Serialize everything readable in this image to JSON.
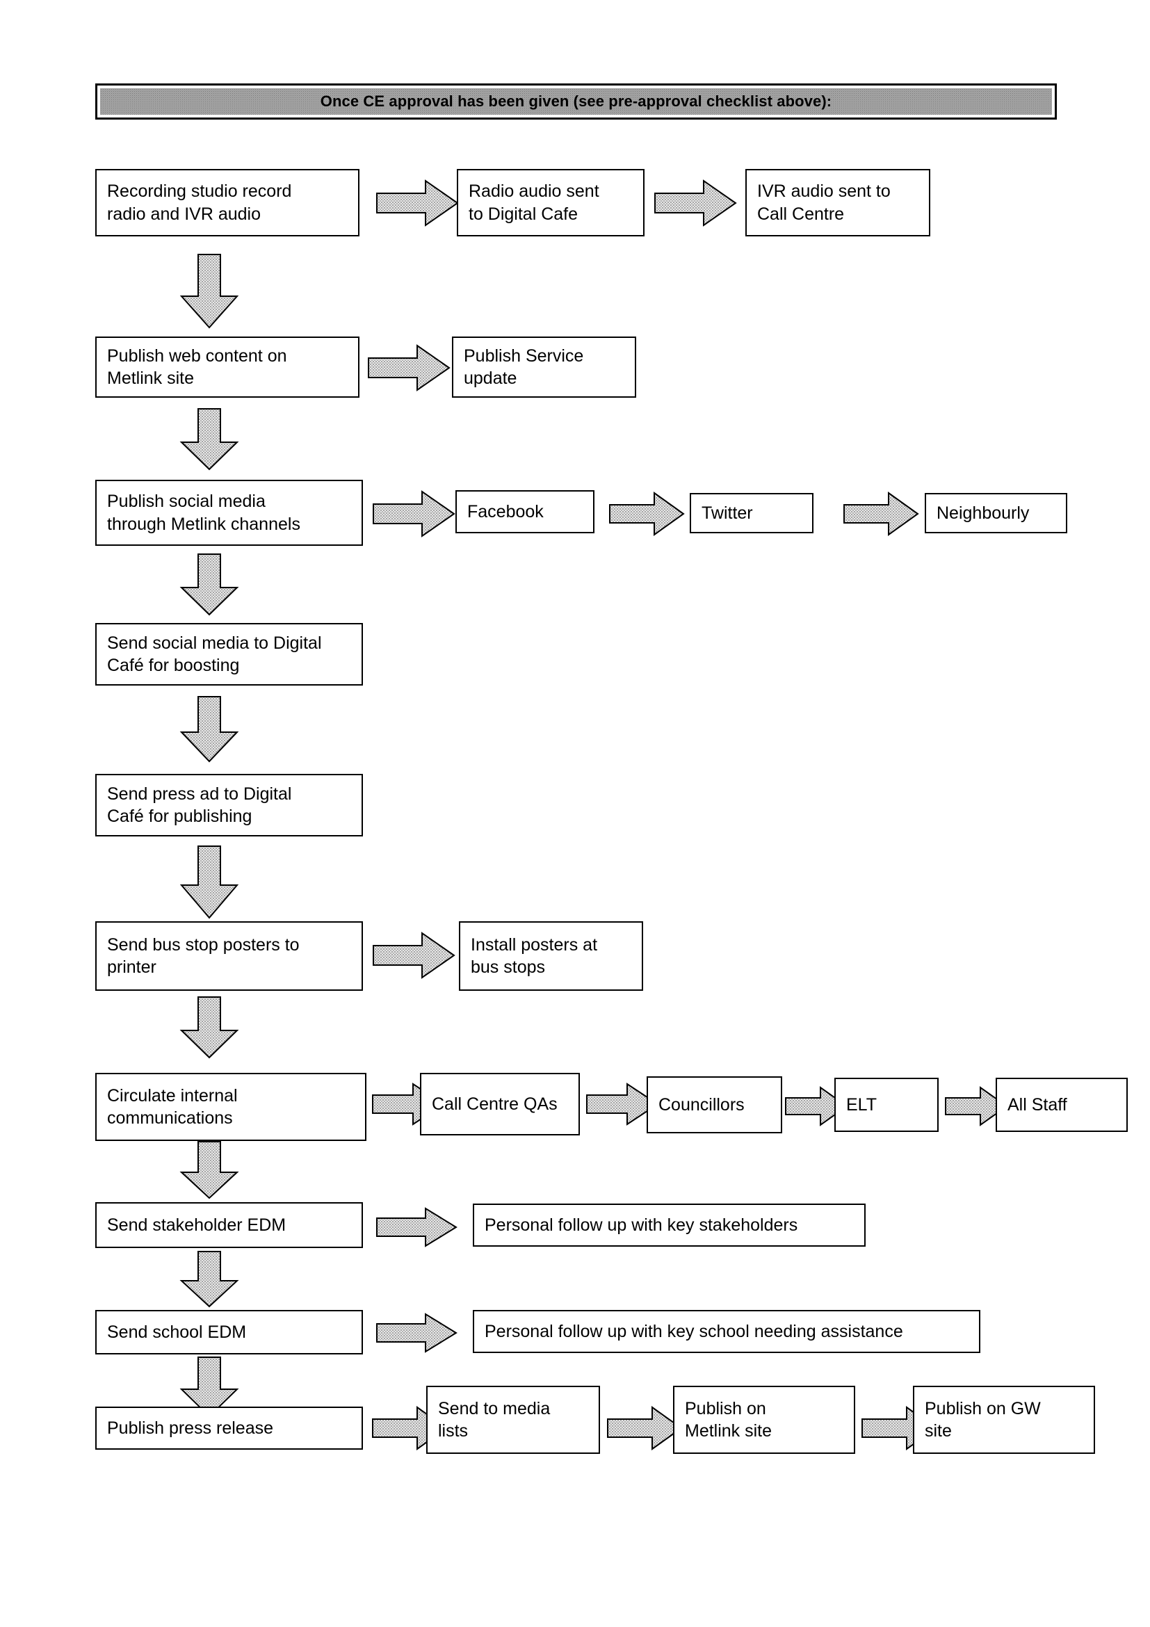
{
  "document": {
    "title": "Once CE approval has been given (see pre-approval checklist above):",
    "type": "process-flowchart"
  },
  "banner": {
    "text": "Once CE approval has been given (see pre-approval checklist above):",
    "fill_color": "#a6a6a6",
    "border_color": "#000000"
  },
  "chart_data": {
    "type": "diagram",
    "title": "Once CE approval has been given (see pre-approval checklist above):",
    "orientation": "vertical-spine-with-horizontal-branches",
    "nodes": [
      {
        "id": "n1",
        "label": "Recording studio record\nradio and IVR audio"
      },
      {
        "id": "n1a",
        "label": "Radio audio sent\nto Digital Cafe"
      },
      {
        "id": "n1b",
        "label": "IVR audio sent to\nCall Centre"
      },
      {
        "id": "n2",
        "label": "Publish web content on\nMetlink site"
      },
      {
        "id": "n2a",
        "label": "Publish Service\nupdate"
      },
      {
        "id": "n3",
        "label": "Publish social media\nthrough Metlink channels"
      },
      {
        "id": "n3a",
        "label": "Facebook"
      },
      {
        "id": "n3b",
        "label": "Twitter"
      },
      {
        "id": "n3c",
        "label": "Neighbourly"
      },
      {
        "id": "n4",
        "label": "Send social media to Digital\nCafé for boosting"
      },
      {
        "id": "n5",
        "label": "Send press ad to Digital\nCafé for publishing"
      },
      {
        "id": "n6",
        "label": "Send bus stop posters to\nprinter"
      },
      {
        "id": "n6a",
        "label": "Install posters at\nbus stops"
      },
      {
        "id": "n7",
        "label": "Circulate internal\ncommunications"
      },
      {
        "id": "n7a",
        "label": "Call Centre QAs"
      },
      {
        "id": "n7b",
        "label": "Councillors"
      },
      {
        "id": "n7c",
        "label": "ELT"
      },
      {
        "id": "n7d",
        "label": "All Staff"
      },
      {
        "id": "n8",
        "label": "Send stakeholder EDM"
      },
      {
        "id": "n8a",
        "label": "Personal follow up with key stakeholders"
      },
      {
        "id": "n9",
        "label": "Send school EDM"
      },
      {
        "id": "n9a",
        "label": "Personal follow up with key school needing assistance"
      },
      {
        "id": "n10",
        "label": "Publish press release"
      },
      {
        "id": "n10a",
        "label": "Send to media\nlists"
      },
      {
        "id": "n10b",
        "label": "Publish on\nMetlink site"
      },
      {
        "id": "n10c",
        "label": "Publish on GW\nsite"
      }
    ],
    "edges": [
      {
        "from": "n1",
        "to": "n1a",
        "direction": "right"
      },
      {
        "from": "n1a",
        "to": "n1b",
        "direction": "right"
      },
      {
        "from": "n1",
        "to": "n2",
        "direction": "down"
      },
      {
        "from": "n2",
        "to": "n2a",
        "direction": "right"
      },
      {
        "from": "n2",
        "to": "n3",
        "direction": "down"
      },
      {
        "from": "n3",
        "to": "n3a",
        "direction": "right"
      },
      {
        "from": "n3a",
        "to": "n3b",
        "direction": "right"
      },
      {
        "from": "n3b",
        "to": "n3c",
        "direction": "right"
      },
      {
        "from": "n3",
        "to": "n4",
        "direction": "down"
      },
      {
        "from": "n4",
        "to": "n5",
        "direction": "down"
      },
      {
        "from": "n5",
        "to": "n6",
        "direction": "down"
      },
      {
        "from": "n6",
        "to": "n6a",
        "direction": "right"
      },
      {
        "from": "n6",
        "to": "n7",
        "direction": "down"
      },
      {
        "from": "n7",
        "to": "n7a",
        "direction": "right"
      },
      {
        "from": "n7a",
        "to": "n7b",
        "direction": "right"
      },
      {
        "from": "n7b",
        "to": "n7c",
        "direction": "right"
      },
      {
        "from": "n7c",
        "to": "n7d",
        "direction": "right"
      },
      {
        "from": "n7",
        "to": "n8",
        "direction": "down"
      },
      {
        "from": "n8",
        "to": "n8a",
        "direction": "right"
      },
      {
        "from": "n8",
        "to": "n9",
        "direction": "down"
      },
      {
        "from": "n9",
        "to": "n9a",
        "direction": "right"
      },
      {
        "from": "n9",
        "to": "n10",
        "direction": "down"
      },
      {
        "from": "n10",
        "to": "n10a",
        "direction": "right"
      },
      {
        "from": "n10a",
        "to": "n10b",
        "direction": "right"
      },
      {
        "from": "n10b",
        "to": "n10c",
        "direction": "right"
      }
    ]
  }
}
